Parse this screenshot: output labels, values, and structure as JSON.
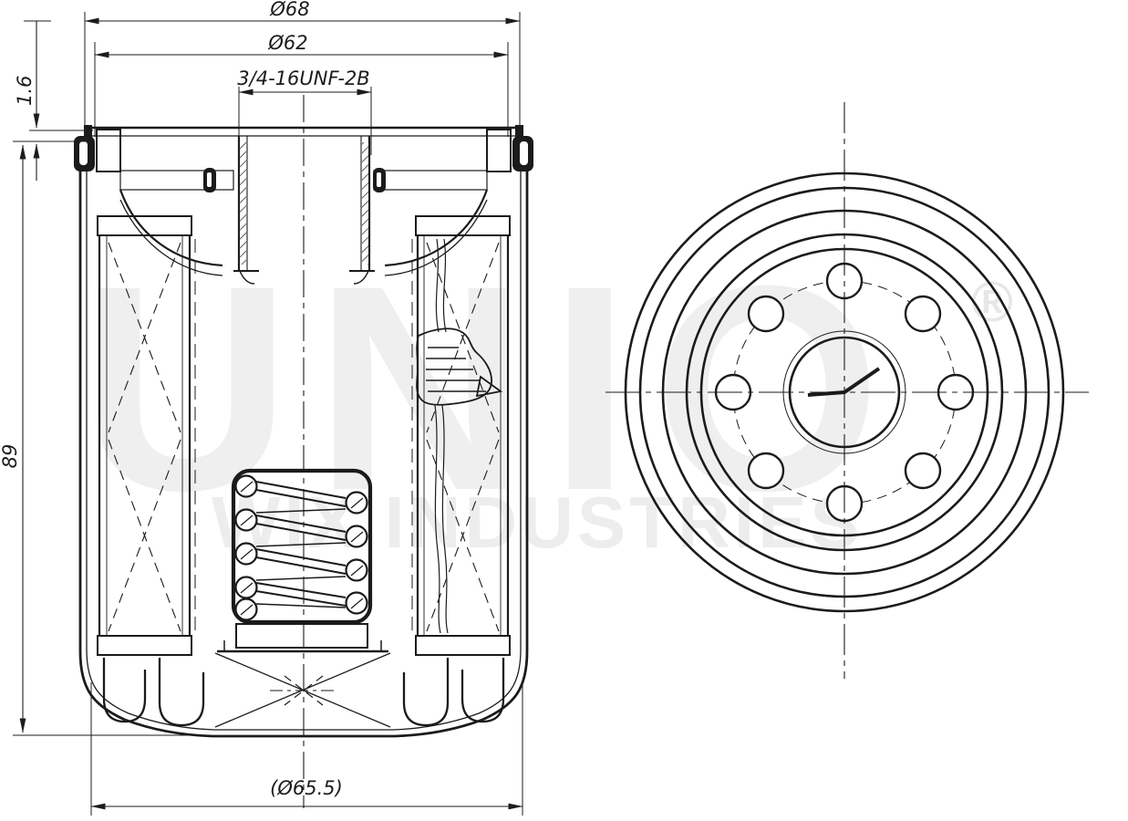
{
  "drawing": {
    "title": "Oil filter technical drawing — sectional side view and end view",
    "colors": {
      "line": "#1b1b1b",
      "background": "#ffffff",
      "watermark": "#eeeeee"
    },
    "dimensions": {
      "top_outer": "Ø68",
      "top_inner": "Ø62",
      "thread_spec": "3/4-16UNF-2B",
      "gasket_thickness": "1.6",
      "overall_height": "89",
      "body_diameter": "(Ø65.5)"
    },
    "watermark": {
      "brand": "UNIO",
      "registered_mark": "®",
      "line2": "WIX INDUSTRIES"
    }
  }
}
